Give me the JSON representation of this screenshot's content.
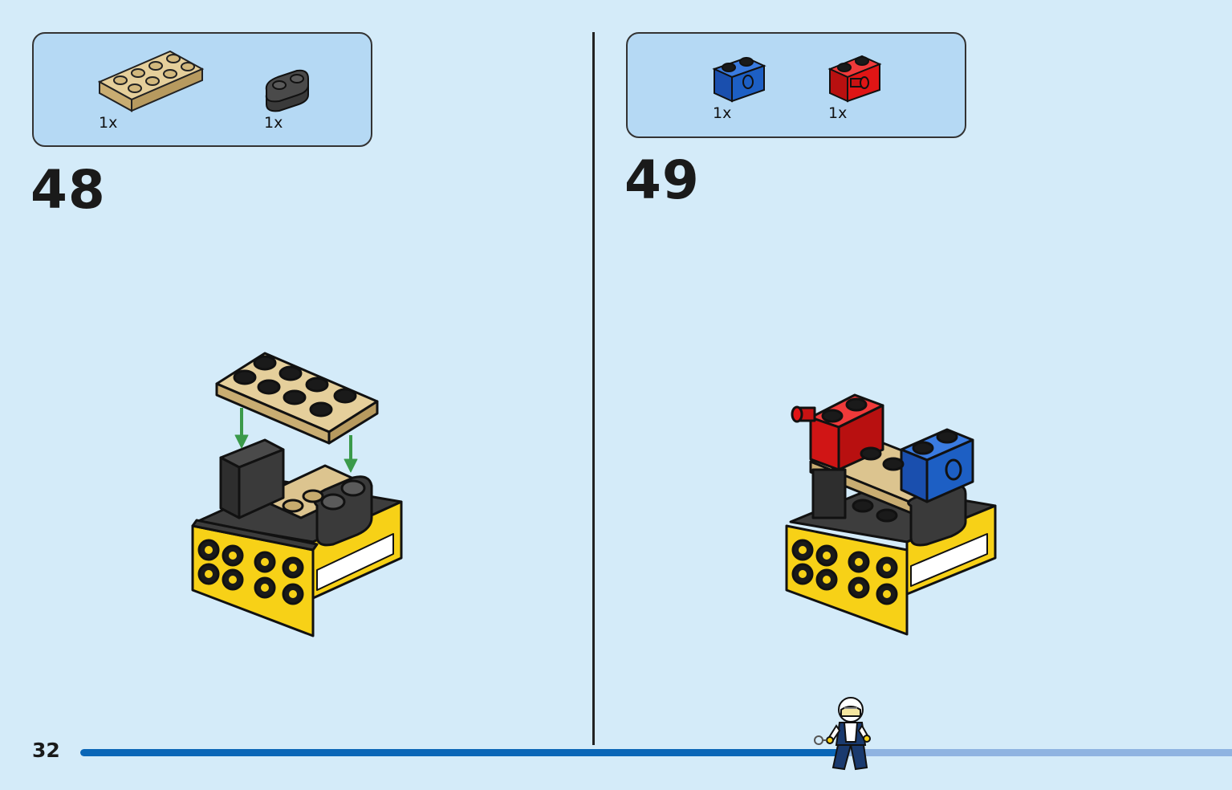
{
  "page_number": "32",
  "progress": 0.66,
  "steps": [
    {
      "number": "48",
      "parts": [
        {
          "name": "tan plate 2x4",
          "quantity": "1x",
          "color": "#dcc48f"
        },
        {
          "name": "dark grey plate rounded",
          "quantity": "1x",
          "color": "#3c3c3c"
        }
      ]
    },
    {
      "number": "49",
      "parts": [
        {
          "name": "blue technic brick 1x2",
          "quantity": "1x",
          "color": "#1d5fc4"
        },
        {
          "name": "red brick with pin",
          "quantity": "1x",
          "color": "#e01515"
        }
      ]
    }
  ],
  "colors": {
    "background": "#d4ebf9",
    "callout": "#b5d9f4",
    "progress_done": "#0a66b7",
    "progress_remaining": "#8fb3e1",
    "arrow": "#3a9a4a",
    "yellow": "#f7d117"
  }
}
